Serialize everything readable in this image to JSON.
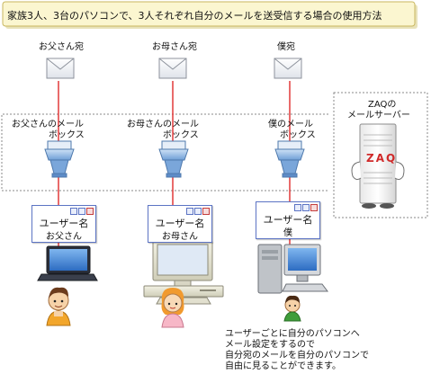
{
  "title": "家族3人、3台のパソコンで、3人それぞれ自分のメールを送受信する場合の使用方法",
  "columns": [
    {
      "recipient": "お父さん宛",
      "mailbox_line1": "お父さんのメール",
      "mailbox_line2": "ボックス",
      "card_title": "ユーザー名",
      "card_user": "お父さん",
      "device": "laptop"
    },
    {
      "recipient": "お母さん宛",
      "mailbox_line1": "お母さんのメール",
      "mailbox_line2": "ボックス",
      "card_title": "ユーザー名",
      "card_user": "お母さん",
      "device": "desktop"
    },
    {
      "recipient": "僕宛",
      "mailbox_line1": "僕のメール",
      "mailbox_line2": "ボックス",
      "card_title": "ユーザー名",
      "card_user": "僕",
      "device": "tower"
    }
  ],
  "server": {
    "line1": "ZAQの",
    "line2": "メールサーバー",
    "logo": "ZAQ"
  },
  "note": "ユーザーごとに自分のパソコンへ\nメール設定をするので\n自分宛のメールを自分のパソコンで\n自由に見ることができます。",
  "colors": {
    "title_bg": "#fbf6d0",
    "title_border": "#c9b75f",
    "arrow": "#e23a3a",
    "card_border": "#5c74c4",
    "tray_fill": "#8fb7e3",
    "dashed_border": "#8a8a8a"
  }
}
